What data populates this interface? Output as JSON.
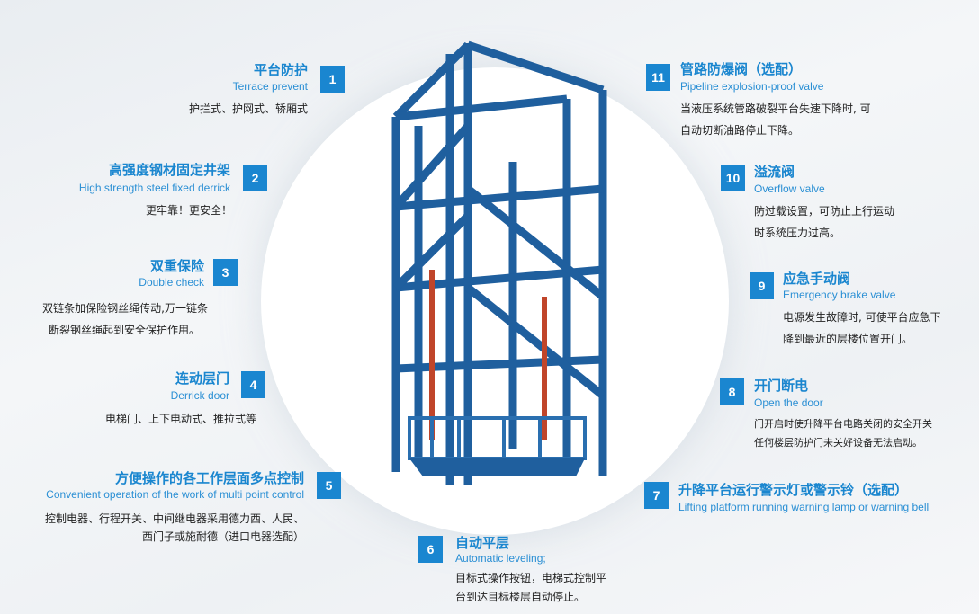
{
  "items": [
    {
      "num": "1",
      "title": "平台防护",
      "en": "Terrace prevent",
      "desc": [
        "护拦式、护网式、轿厢式"
      ]
    },
    {
      "num": "2",
      "title": "高强度钢材固定井架",
      "en": "High strength steel fixed derrick",
      "desc": [
        "更牢靠！更安全！"
      ]
    },
    {
      "num": "3",
      "title": "双重保险",
      "en": "Double check",
      "desc": [
        "双链条加保险钢丝绳传动,万一链条",
        "断裂钢丝绳起到安全保护作用。"
      ]
    },
    {
      "num": "4",
      "title": "连动层门",
      "en": "Derrick door",
      "desc": [
        "电梯门、上下电动式、推拉式等"
      ]
    },
    {
      "num": "5",
      "title": "方便操作的各工作层面多点控制",
      "en": "Convenient operation of the work of multi point control",
      "desc": [
        "控制电器、行程开关、中间继电器采用德力西、人民、",
        "西门子或施耐德（进口电器选配）"
      ]
    },
    {
      "num": "6",
      "title": "自动平层",
      "en": "Automatic leveling;",
      "desc": [
        "目标式操作按钮，电梯式控制平",
        "台到达目标楼层自动停止。"
      ]
    },
    {
      "num": "7",
      "title": "升降平台运行警示灯或警示铃（选配）",
      "en": "Lifting platform running warning lamp or warning bell",
      "desc": []
    },
    {
      "num": "8",
      "title": "开门断电",
      "en": "Open the door",
      "desc": [
        "门开启时使升降平台电路关闭的安全开关",
        "任何楼层防护门未关好设备无法启动。"
      ]
    },
    {
      "num": "9",
      "title": "应急手动阀",
      "en": "Emergency brake valve",
      "desc": [
        "电源发生故障时, 可使平台应急下",
        "降到最近的层楼位置开门。"
      ]
    },
    {
      "num": "10",
      "title": "溢流阀",
      "en": "Overflow valve",
      "desc": [
        "防过载设置，可防止上行运动",
        "时系统压力过高。"
      ]
    },
    {
      "num": "11",
      "title": "管路防爆阀（选配）",
      "en": "Pipeline explosion-proof valve",
      "desc": [
        "当液压系统管路破裂平台失速下降时, 可",
        "自动切断油路停止下降。"
      ]
    }
  ],
  "colors": {
    "accent": "#1a86d0",
    "frame": "#1f5f9e",
    "cylinder": "#c0452a"
  }
}
